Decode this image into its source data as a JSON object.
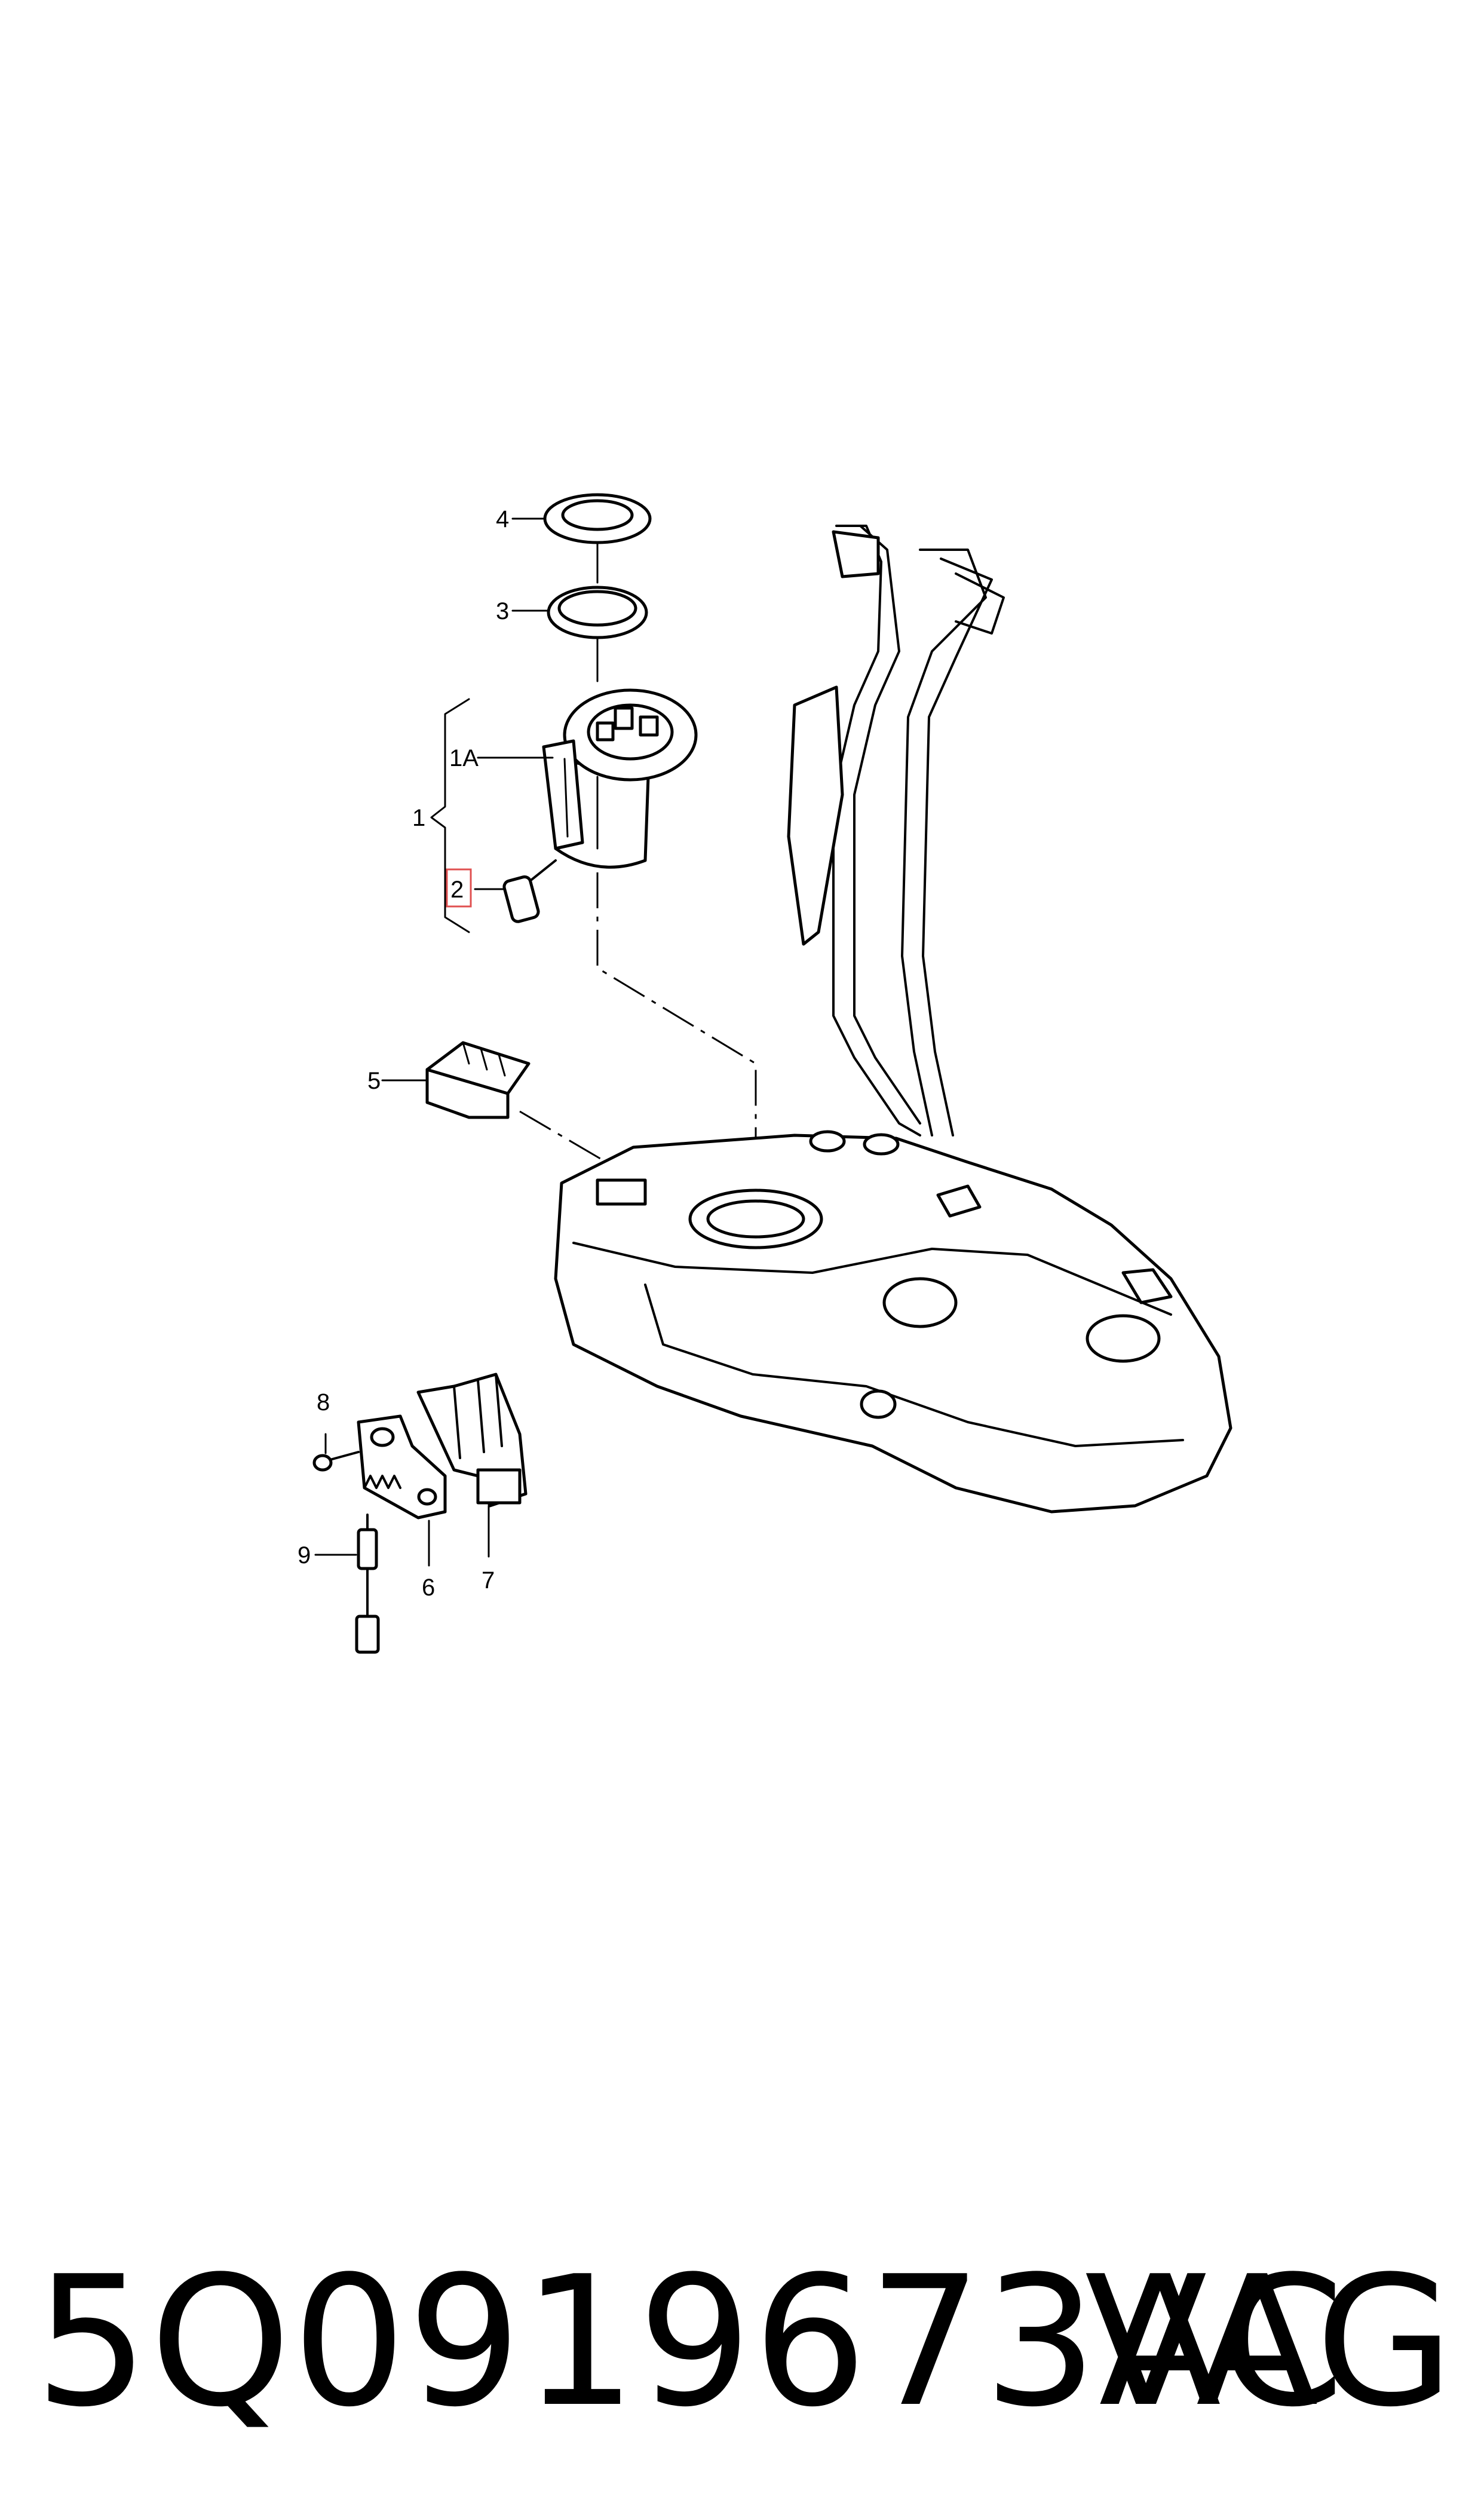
{
  "diagram": {
    "callouts": {
      "c1": "1",
      "c1a": "1A",
      "c2": "2",
      "c3": "3",
      "c4": "4",
      "c5": "5",
      "c6": "6",
      "c7": "7",
      "c8": "8",
      "c9": "9"
    },
    "highlighted_callout": "2",
    "highlight_color": "#e05050"
  },
  "footer": {
    "part_number": "5Q0919673AC",
    "brand": "VAG"
  }
}
